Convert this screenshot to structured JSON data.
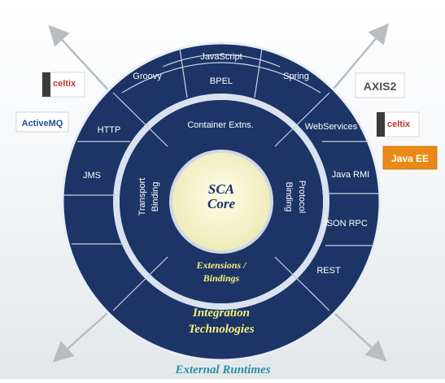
{
  "core": {
    "line1": "SCA",
    "line2": "Core"
  },
  "inner_ring": {
    "container": "Container Extns.",
    "transport_line1": "Transport",
    "transport_line2": "Binding",
    "protocol_line1": "Protocol",
    "protocol_line2": "Binding",
    "extensions_line1": "Extensions /",
    "extensions_line2": "Bindings"
  },
  "outer_ring": {
    "top": [
      "Groovy",
      "JavaScript",
      "BPEL",
      "Spring"
    ],
    "left": [
      "HTTP",
      "JMS"
    ],
    "right": [
      "WebServices",
      "Java RMI",
      "JSON RPC",
      "REST"
    ],
    "bottom_line1": "Integration",
    "bottom_line2": "Technologies"
  },
  "footer": "External Runtimes",
  "logos": {
    "celtix": "celtix",
    "activemq": "ActiveMQ",
    "axis": "AXIS2",
    "javaee": "Java EE"
  },
  "colors": {
    "navy": "#1c3466",
    "core_fill": "#f7f5c9",
    "divider": "#c7d4e6",
    "accent_text": "#f4f27a",
    "runtime_text": "#2a8fa3"
  }
}
